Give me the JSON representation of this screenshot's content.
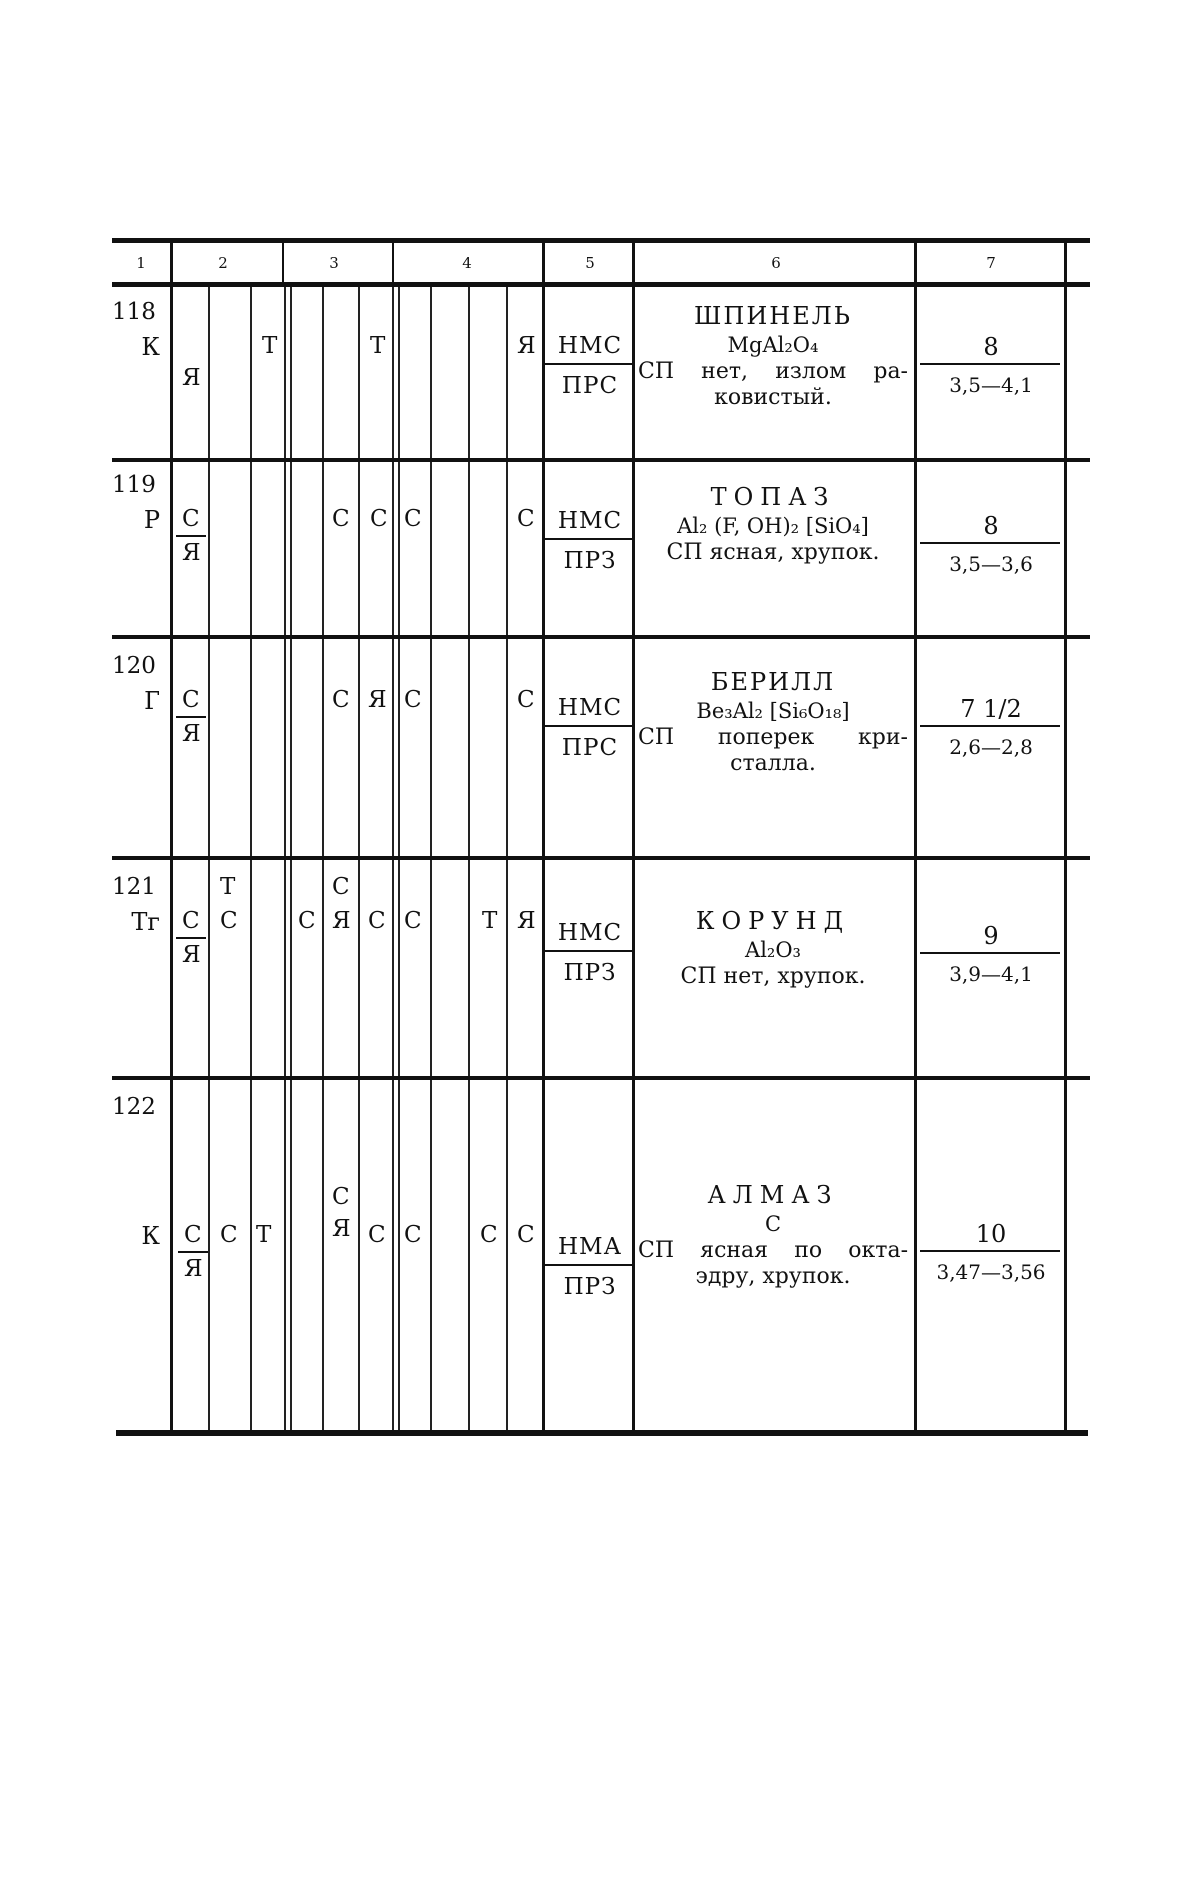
{
  "header": [
    "1",
    "2",
    "3",
    "4",
    "5",
    "6",
    "7"
  ],
  "rows": [
    {
      "num": "118",
      "letter": "К",
      "c5_top": "НМС",
      "c5_bottom": "ПРС",
      "name": "ШПИНЕЛЬ",
      "formula": "MgAl₂O₄",
      "desc": "СП нет, излом ра-ковистый.",
      "hardness": "8",
      "density": "3,5—4,1",
      "marks": [
        "Я",
        "Т",
        "Т",
        "Я"
      ]
    },
    {
      "num": "119",
      "letter": "Р",
      "c5_top": "НМС",
      "c5_bottom": "ПРЗ",
      "name": "ТОПАЗ",
      "formula": "Al₂ (F, OH)₂ [SiO₄]",
      "desc": "СП ясная, хрупок.",
      "hardness": "8",
      "density": "3,5—3,6",
      "marks": [
        "С",
        "Я",
        "С",
        "С",
        "С",
        "С"
      ]
    },
    {
      "num": "120",
      "letter": "Г",
      "c5_top": "НМС",
      "c5_bottom": "ПРС",
      "name": "БЕРИЛЛ",
      "formula": "Be₃Al₂ [Si₆O₁₈]",
      "desc": "СП поперек кри-сталла.",
      "hardness": "7 1/2",
      "density": "2,6—2,8",
      "marks": [
        "С",
        "Я",
        "С",
        "Я",
        "С",
        "С"
      ]
    },
    {
      "num": "121",
      "letter": "Тг",
      "c5_top": "НМС",
      "c5_bottom": "ПРЗ",
      "name": "КОРУНД",
      "formula": "Al₂O₃",
      "desc": "СП нет, хрупок.",
      "hardness": "9",
      "density": "3,9—4,1",
      "marks": [
        "С",
        "Я",
        "Т",
        "С",
        "С",
        "С",
        "Я",
        "С",
        "С",
        "Т",
        "Я"
      ]
    },
    {
      "num": "122",
      "letter": "К",
      "c5_top": "НМА",
      "c5_bottom": "ПРЗ",
      "name": "АЛМАЗ",
      "formula": "C",
      "desc": "СП ясная по окта-эдру, хрупок.",
      "hardness": "10",
      "density": "3,47—3,56",
      "marks": [
        "С",
        "Я",
        "С",
        "Т",
        "С",
        "Я",
        "С",
        "С",
        "С",
        "С"
      ]
    }
  ]
}
